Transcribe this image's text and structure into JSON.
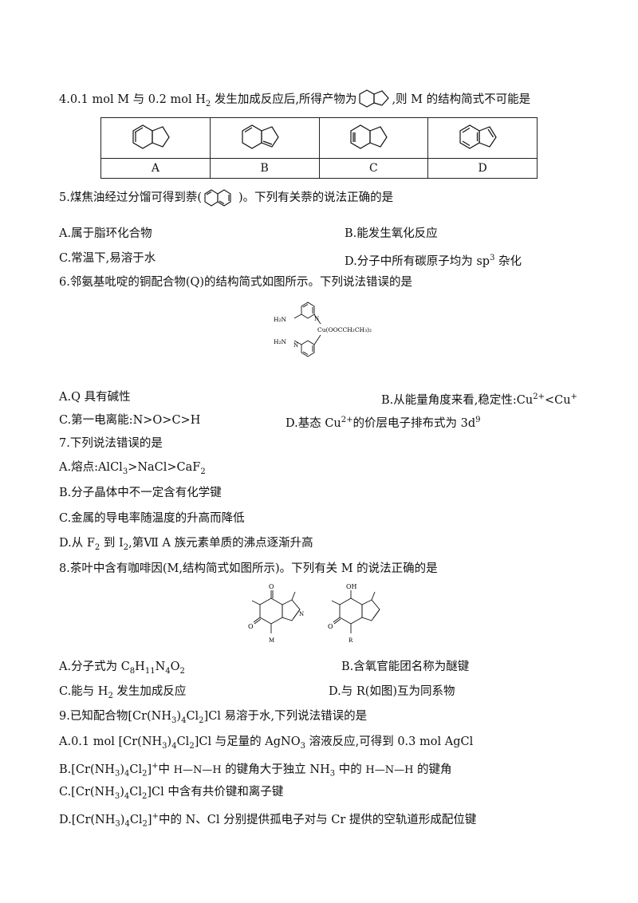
{
  "q4": {
    "prefix": "4.0.1 mol M 与 0.2 mol H",
    "h_sub": "2",
    "mid": " 发生加成反应后,所得产物为",
    "suffix": ",则 M 的结构简式不可能是",
    "options": [
      "A",
      "B",
      "C",
      "D"
    ]
  },
  "q5": {
    "stem_a": "5.煤焦油经过分馏可得到萘(",
    "stem_b": ")。下列有关萘的说法正确的是",
    "A": "A.属于脂环化合物",
    "B": "B.能发生氧化反应",
    "C": "C.常温下,易溶于水",
    "D_pre": "D.分子中所有碳原子均为 sp",
    "D_sup": "3",
    "D_post": " 杂化"
  },
  "q6": {
    "stem": "6.邻氨基吡啶的铜配合物(Q)的结构简式如图所示。下列说法错误的是",
    "fig": {
      "nh2_top": "H₂N",
      "nh2_bot": "H₂N",
      "n_top": "N",
      "n_bot": "N",
      "cu": "Cu(OOCCH₂CH₃)₂"
    },
    "A": "A.Q 具有碱性",
    "B_pre": "B.从能量角度来看,稳定性:Cu",
    "B_sup1": "2+",
    "B_mid": "<Cu",
    "B_sup2": "+",
    "C": "C.第一电离能:N>O>C>H",
    "D_pre": "D.基态 Cu",
    "D_sup1": "2+",
    "D_mid": "的价层电子排布式为 3d",
    "D_sup2": "9"
  },
  "q7": {
    "stem": "7.下列说法错误的是",
    "A_pre": "A.熔点:AlCl",
    "A_sub1": "3",
    "A_mid": ">NaCl>CaF",
    "A_sub2": "2",
    "B": "B.分子晶体中不一定含有化学键",
    "C": "C.金属的导电率随温度的升高而降低",
    "D_pre": "D.从 F",
    "D_sub1": "2",
    "D_mid": " 到 I",
    "D_sub2": "2",
    "D_post": ",第Ⅶ A 族元素单质的沸点逐渐升高"
  },
  "q8": {
    "stem": "8.茶叶中含有咖啡因(M,结构简式如图所示)。下列有关 M 的说法正确的是",
    "fig": {
      "o1": "O",
      "o2": "O",
      "o3": "O",
      "oh": "OH",
      "n": "N",
      "m_label": "M",
      "r_label": "R"
    },
    "A_pre": "A.分子式为 C",
    "A_s1": "8",
    "A_m1": "H",
    "A_s2": "11",
    "A_m2": "N",
    "A_s3": "4",
    "A_m3": "O",
    "A_s4": "2",
    "B": "B.含氧官能团名称为醚键",
    "C_pre": "C.能与 H",
    "C_sub": "2",
    "C_post": " 发生加成反应",
    "D": "D.与 R(如图)互为同系物"
  },
  "q9": {
    "stem_pre": "9.已知配合物[Cr(NH",
    "s_sub1": "3",
    "s_mid1": ")",
    "s_sub2": "4",
    "s_mid2": "Cl",
    "s_sub3": "2",
    "stem_post": "]Cl 易溶于水,下列说法错误的是",
    "A_1": "A.0.1 mol [Cr(NH",
    "A_s1": "3",
    "A_2": ")",
    "A_s2": "4",
    "A_3": "Cl",
    "A_s3": "2",
    "A_4": "]Cl 与足量的 AgNO",
    "A_s4": "3",
    "A_5": " 溶液反应,可得到 0.3 mol AgCl",
    "B_1": "B.[Cr(NH",
    "B_s1": "3",
    "B_2": ")",
    "B_s2": "4",
    "B_3": "Cl",
    "B_s3": "2",
    "B_4": "]",
    "B_sup": "+",
    "B_5": "中 ",
    "B_hnh1": "H—N—H",
    "B_6": " 的键角大于独立 NH",
    "B_s4": "3",
    "B_7": " 中的 ",
    "B_hnh2": "H—N—H",
    "B_8": " 的键角",
    "C_1": "C.[Cr(NH",
    "C_s1": "3",
    "C_2": ")",
    "C_s2": "4",
    "C_3": "Cl",
    "C_s3": "2",
    "C_4": "]Cl 中含有共价键和离子键",
    "D_1": "D.[Cr(NH",
    "D_s1": "3",
    "D_2": ")",
    "D_s2": "4",
    "D_3": "Cl",
    "D_s3": "2",
    "D_4": "]",
    "D_sup": "+",
    "D_5": "中的 N、Cl 分别提供孤电子对与 Cr 提供的空轨道形成配位键"
  }
}
